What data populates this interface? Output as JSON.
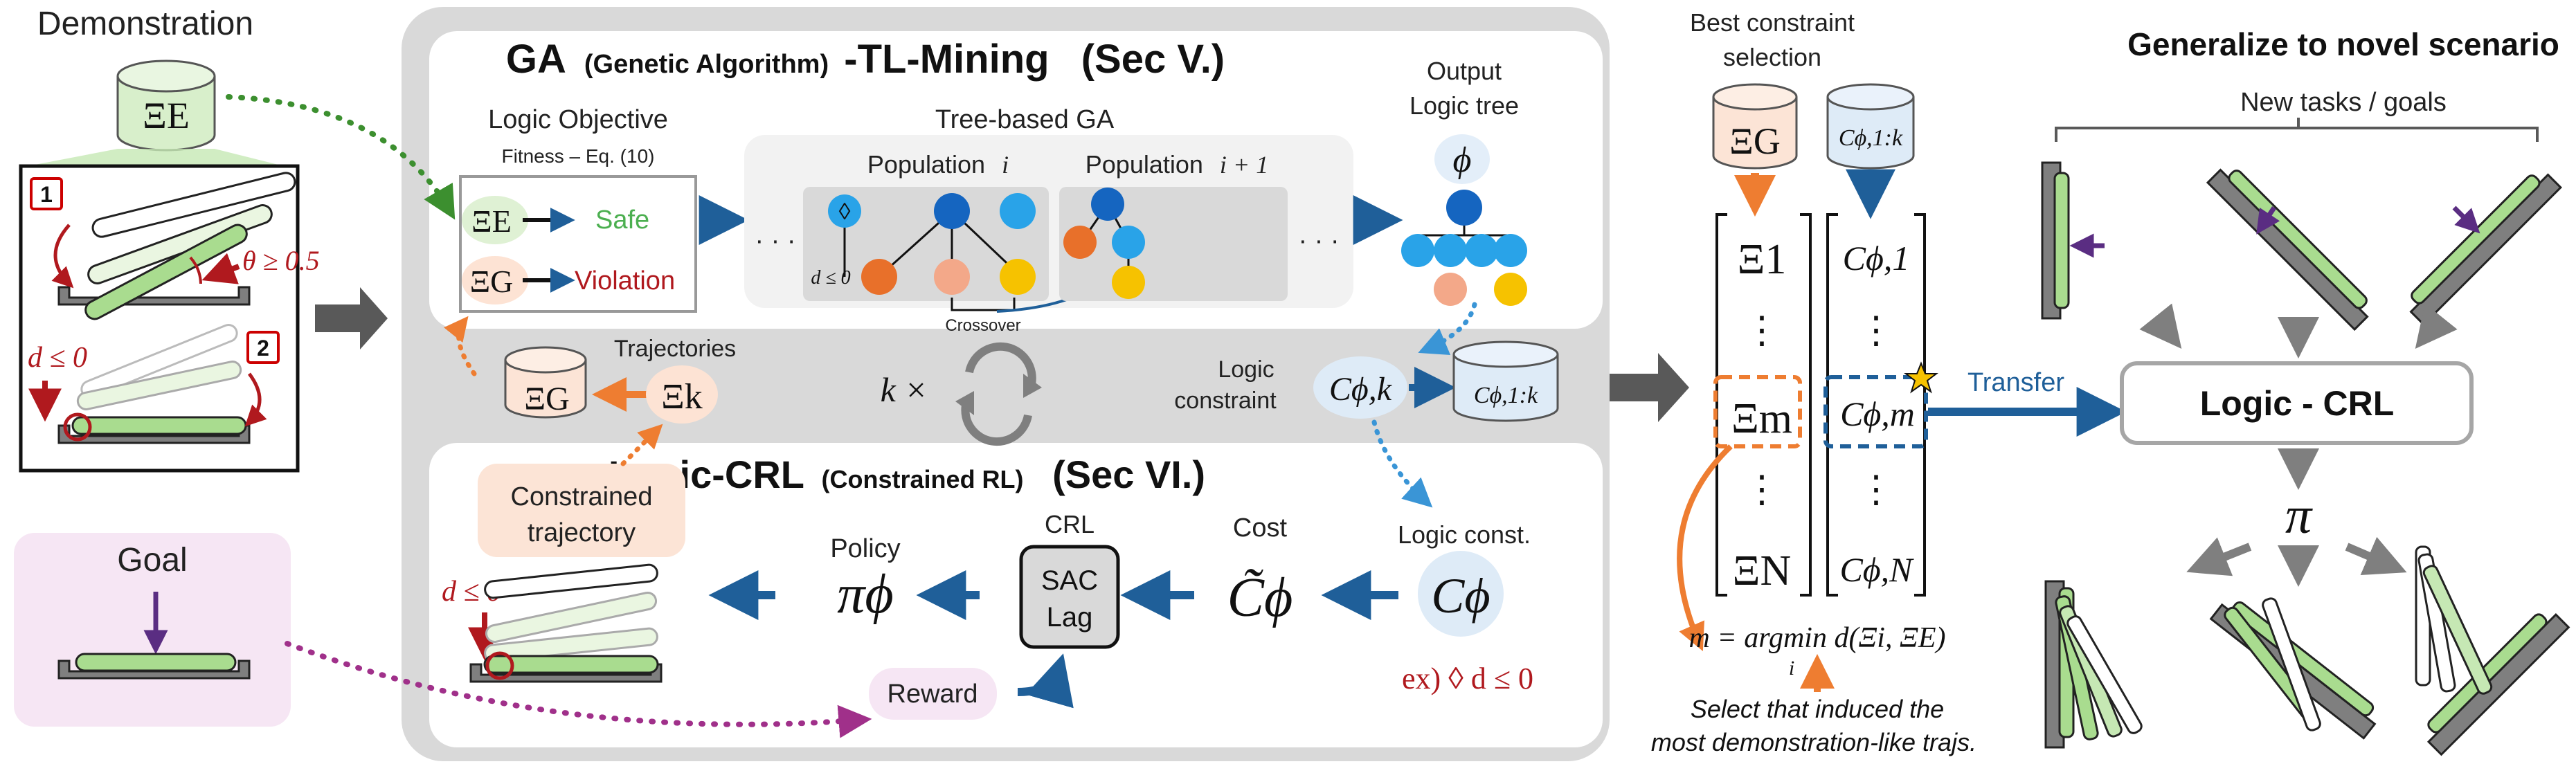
{
  "demonstration": {
    "title": "Demonstration",
    "xi_e": "ΞE",
    "step1": "1",
    "step2": "2",
    "theta_cond": "θ ≥ 0.5",
    "d_cond": "d ≤ 0"
  },
  "goal": {
    "title": "Goal"
  },
  "ga": {
    "title": "GA",
    "title_sub": "(Genetic Algorithm)",
    "title_rest": "-TL-Mining",
    "section": "(Sec V.)",
    "logic_objective": "Logic Objective",
    "fitness": "Fitness – Eq. (10)",
    "xi_e": "ΞE",
    "safe": "Safe",
    "xi_g": "ΞG",
    "violation": "Violation",
    "tree_ga": "Tree-based GA",
    "population_i": "Population",
    "pop_i_sym": "i",
    "population_i1": "Population",
    "pop_i1_sym": "i + 1",
    "dots": "· · ·",
    "node_diamond": "◊",
    "node_d": "d ≤ 0",
    "crossover": "Crossover",
    "output_line1": "Output",
    "output_line2": "Logic tree",
    "phi": "ϕ"
  },
  "middle": {
    "trajectories": "Trajectories",
    "xi_g": "ΞG",
    "xi_k": "Ξk",
    "k_times": "k ×",
    "logic_constraint_1": "Logic",
    "logic_constraint_2": "constraint",
    "c_phi_k": "Cϕ,k",
    "c_phi_1k": "Cϕ,1:k"
  },
  "crl": {
    "title": "Logic-CRL",
    "title_sub": "(Constrained RL)",
    "section": "(Sec VI.)",
    "constrained_1": "Constrained",
    "constrained_2": "trajectory",
    "d_cond": "d ≤ 0",
    "policy": "Policy",
    "pi_phi": "πϕ",
    "crl_label": "CRL",
    "sac": "SAC",
    "lag": "Lag",
    "cost": "Cost",
    "c_tilde": "C̃ϕ",
    "logic_const": "Logic const.",
    "c_phi": "Cϕ",
    "example": "ex) ◊ d ≤ 0",
    "reward": "Reward"
  },
  "selection": {
    "title_1": "Best constraint",
    "title_2": "selection",
    "xi_g": "ΞG",
    "c_phi_1k": "Cϕ,1:k",
    "xi_1": "Ξ1",
    "xi_m": "Ξm",
    "xi_n": "ΞN",
    "c_1": "Cϕ,1",
    "c_m": "Cϕ,m",
    "c_n": "Cϕ,N",
    "vdots": "⋮",
    "formula": "m = argmin d(Ξi, ΞE)",
    "formula_sub": "i",
    "note_1": "Select that induced the",
    "note_2": "most demonstration-like trajs.",
    "transfer": "Transfer"
  },
  "generalize": {
    "title": "Generalize to novel scenario",
    "subtitle": "New tasks / goals",
    "logic_crl": "Logic - CRL",
    "pi": "π"
  },
  "colors": {
    "panel_gray": "#d9d9d9",
    "inner_panel": "#f2f2f2",
    "arrow_blue": "#1f5f99",
    "arrow_orange": "#ee7d31",
    "green_dotted": "#3c8f2f",
    "purple_dotted": "#a0308a",
    "light_blue_dotted": "#3a95d6",
    "dark_red": "#b0191e",
    "safe_green": "#4caf50",
    "node_dark_blue": "#1565c0",
    "node_light_blue": "#29a3e8",
    "node_orange": "#e8702a",
    "node_peach": "#f3a889",
    "node_yellow": "#f6c200",
    "plate_green": "#a9dc8f",
    "goal_pink": "#f6e6f4",
    "cyl_green": "#d8efcb",
    "cyl_orange": "#fce4d6",
    "cyl_blue": "#deebf7"
  }
}
